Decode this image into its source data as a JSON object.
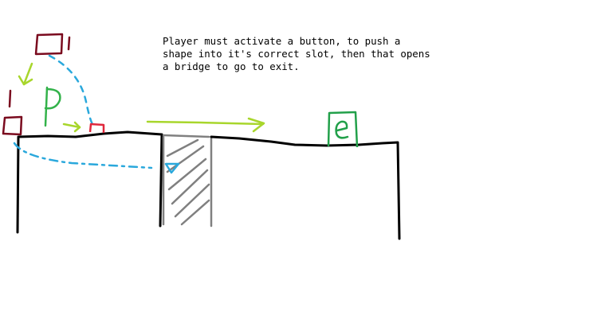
{
  "note": {
    "text": "Player must activate a button, to push a\nshape into it's correct slot, then that opens\na bridge to go to exit."
  },
  "labels": {
    "player": "P",
    "exit": "e"
  },
  "colors": {
    "ground": "#000000",
    "block": "#7a0a1e",
    "player": "#33b24a",
    "exit": "#22a04a",
    "button": "#e0283c",
    "jump_arrow": "#2aa8dc",
    "hint_arrow": "#a8d62c",
    "bridge_gap": "#808080"
  }
}
